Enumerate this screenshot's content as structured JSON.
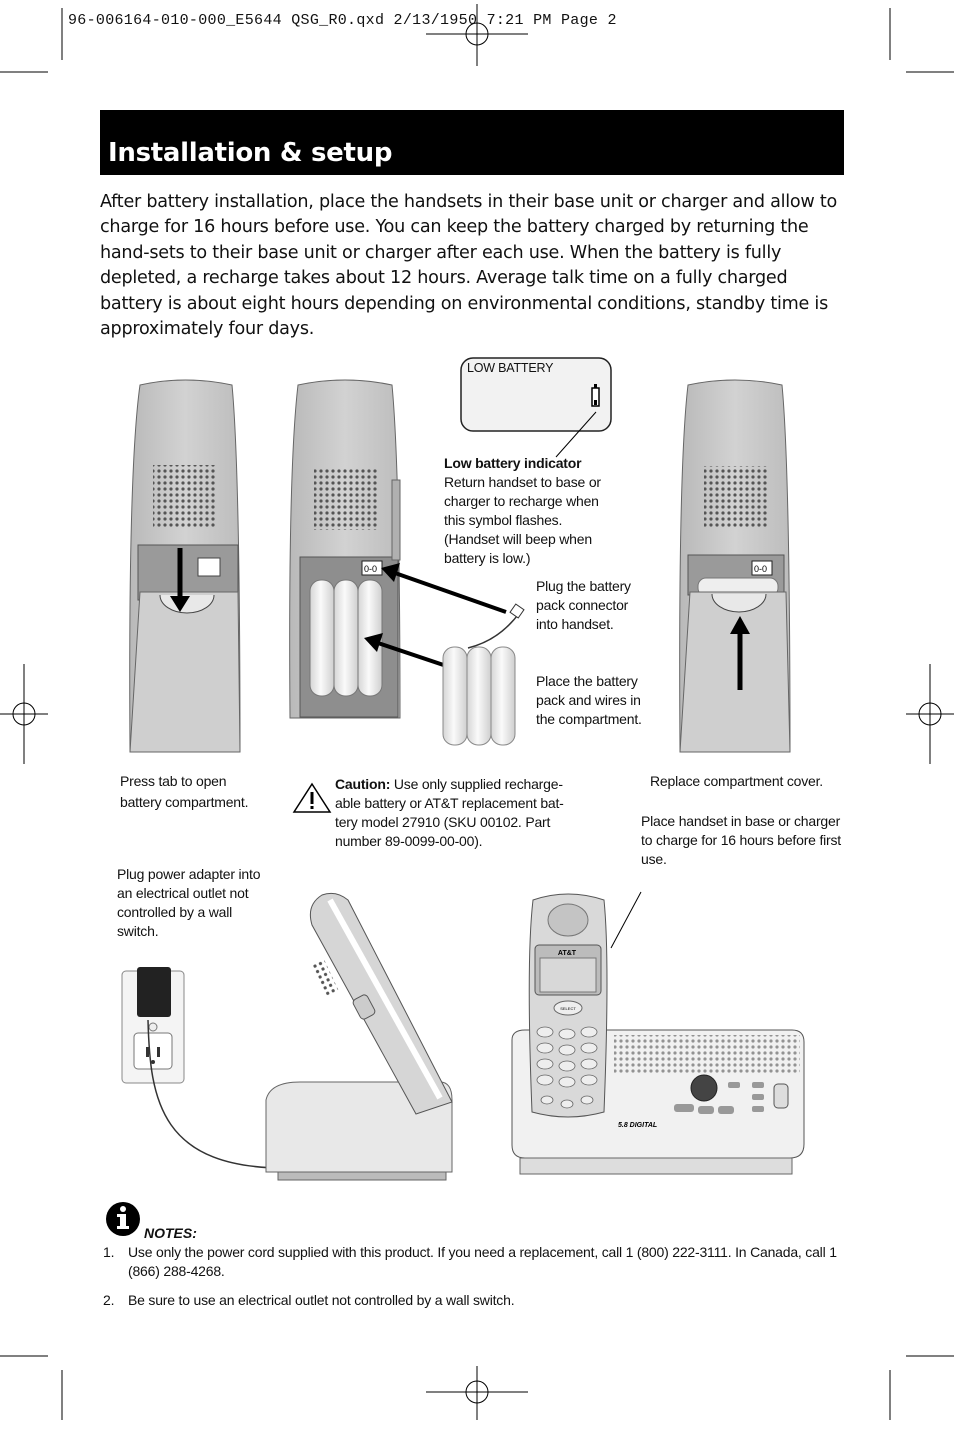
{
  "slug": "96-006164-010-000_E5644 QSG_R0.qxd  2/13/1950  7:21 PM  Page 2",
  "title": "Installation & setup",
  "intro": "After battery installation, place the handsets in their base unit or charger and allow to charge for 16 hours before use. You can keep the battery charged by returning the hand-sets to their base unit or charger after each use. When the battery is fully depleted, a recharge takes about 12 hours. Average talk time on a fully charged battery is  about eight hours depending on environmental conditions, standby time is approximately four days.",
  "lcd": {
    "text": "LOW BATTERY"
  },
  "low_battery": {
    "heading": "Low battery indicator",
    "body": "Return handset to base or charger to recharge when this symbol flashes. (Handset will beep when battery is low.)"
  },
  "plug_connector": "Plug the battery pack connector into handset.",
  "place_pack": "Place the battery pack and wires in the compartment.",
  "press_tab": "Press tab to open battery compartment.",
  "caution": {
    "label": "Caution:",
    "text": " Use only supplied recharge-able battery or AT&T replacement bat-tery model 27910 (SKU 00102. Part number 89-0099-00-00)."
  },
  "replace_cover": "Replace compartment cover.",
  "place_handset": "Place handset in base or charger to charge for 16 hours before first use.",
  "plug_adapter": "Plug power adapter into an electrical outlet not controlled by a wall switch.",
  "phone": {
    "brand": "AT&T",
    "select_key": "SELECT",
    "digital": "5.8 DIGITAL"
  },
  "notes": {
    "label": "NOTES:",
    "items": [
      {
        "num": "1.",
        "text": "Use only the power cord supplied with this product. If you need a replacement, call 1 (800) 222-3111. In Canada, call 1 (866) 288-4268."
      },
      {
        "num": "2.",
        "text": "Be sure to use an electrical outlet not controlled by a wall switch."
      }
    ]
  },
  "colors": {
    "bar": "#000000",
    "handset_fill": "#c8c8c8",
    "battery_fill": "#eeeeee"
  }
}
